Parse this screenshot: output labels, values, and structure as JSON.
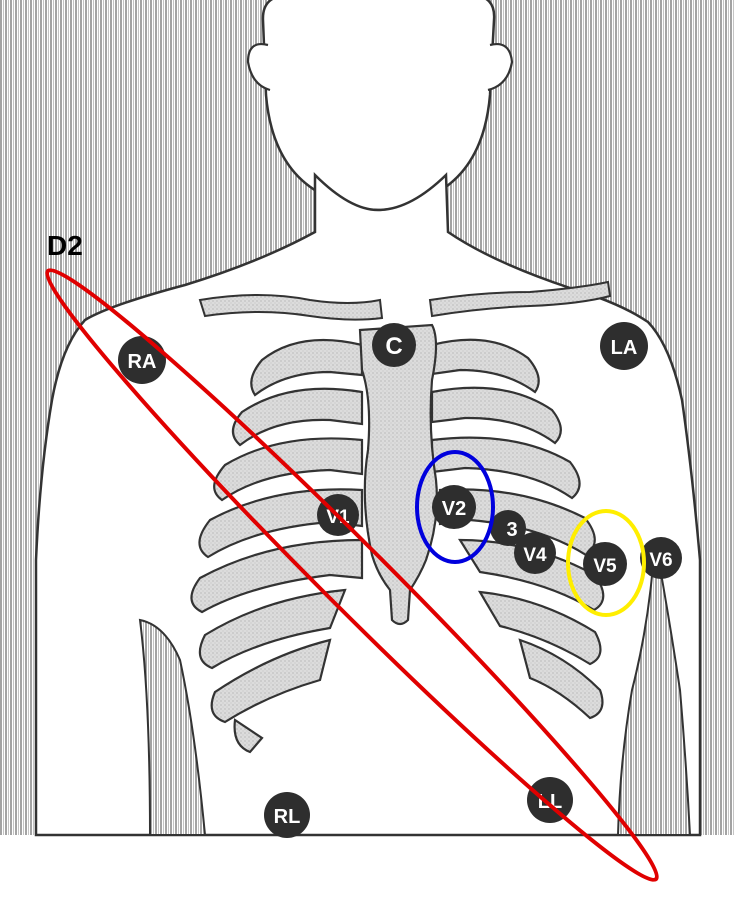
{
  "diagram": {
    "lead_label": "D2",
    "electrodes": {
      "c": "C",
      "ra": "RA",
      "la": "LA",
      "v1": "V1",
      "v2": "V2",
      "v3": "3",
      "v4": "V4",
      "v5": "V5",
      "v6": "V6",
      "rl": "RL",
      "ll": "LL"
    },
    "highlights": {
      "lead_axis_color": "#e00000",
      "v2_circle_color": "#0000dd",
      "v5_circle_color": "#ffee00"
    },
    "colors": {
      "background_hatch": "#8c8c8c",
      "electrode_fill": "#2e2e2e",
      "sternum_fill": "#d9d9d9"
    }
  }
}
